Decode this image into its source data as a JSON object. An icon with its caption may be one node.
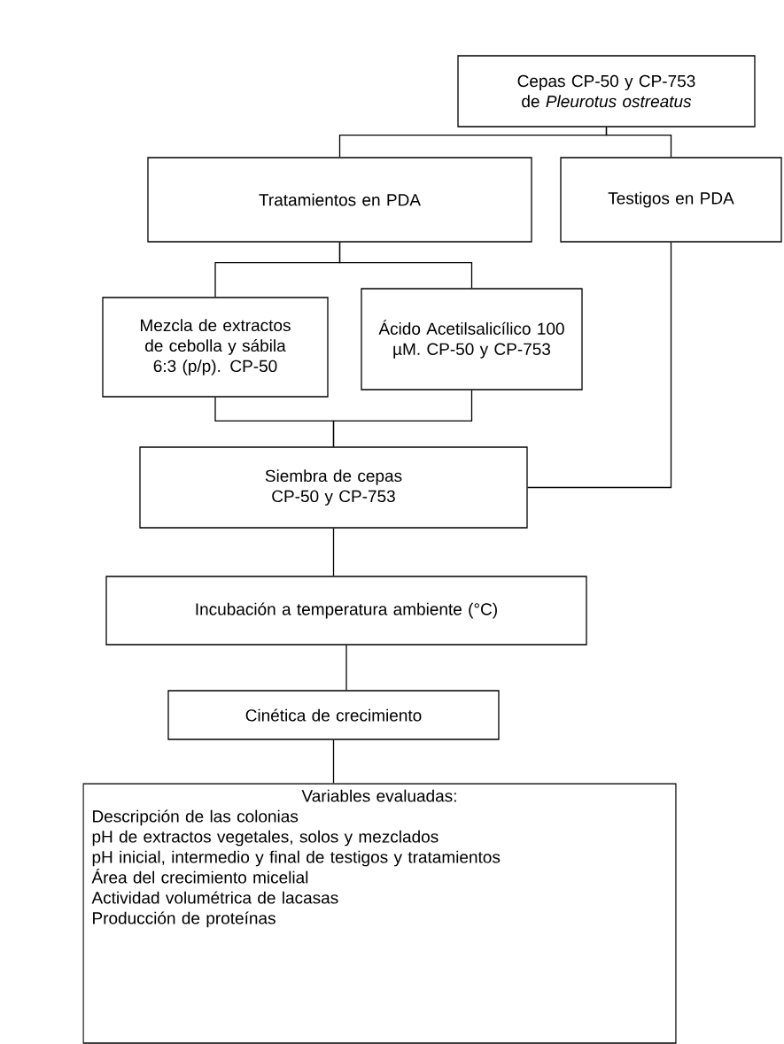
{
  "diagram": {
    "nodes": [
      {
        "text": [
          "Cepas CP-50 y CP-753 de *Pleurotus ostreatus*"
        ]
      },
      {
        "text": [
          "Tratamientos en PDA"
        ]
      },
      {
        "text": [
          "Testigos en PDA"
        ]
      },
      {
        "text": [
          "Mezcla de extractos de cebolla y sábila 6:3 (p/p). CP-50"
        ]
      },
      {
        "text": [
          "Ácido Acetilsalicílico 100 µM. CP-50 y CP-753"
        ]
      },
      {
        "text": [
          "Siembra de cepas CP-50 y CP-753"
        ]
      },
      {
        "text": [
          "Incubación a temperatura ambiente (°C)"
        ]
      },
      {
        "text": [
          "Cinética de crecimiento"
        ]
      },
      {
        "text": [
          "Variables evaluadas:",
          "Descripción de las colonias",
          "pH de extractos vegetales, solos y mezclados",
          "pH inicial, intermedio y final de testigos y tratamientos",
          "Área del crecimiento micelial",
          "Actividad volumétrica de lacasas",
          "Producción de proteínas"
        ]
      }
    ],
    "edges": [
      {
        "from": 0,
        "to": 1,
        "arrow": "none"
      },
      {
        "from": 0,
        "to": 2,
        "arrow": "none"
      },
      {
        "from": 1,
        "to": 3,
        "arrow": "none"
      },
      {
        "from": 1,
        "to": 4,
        "arrow": "none"
      },
      {
        "from": 3,
        "to": 5,
        "arrow": "none"
      },
      {
        "from": 4,
        "to": 5,
        "arrow": "none"
      },
      {
        "from": 2,
        "to": 5,
        "arrow": "none"
      },
      {
        "from": 5,
        "to": 6,
        "arrow": "none"
      },
      {
        "from": 6,
        "to": 7,
        "arrow": "none"
      },
      {
        "from": 7,
        "to": 8,
        "arrow": "none"
      }
    ]
  }
}
